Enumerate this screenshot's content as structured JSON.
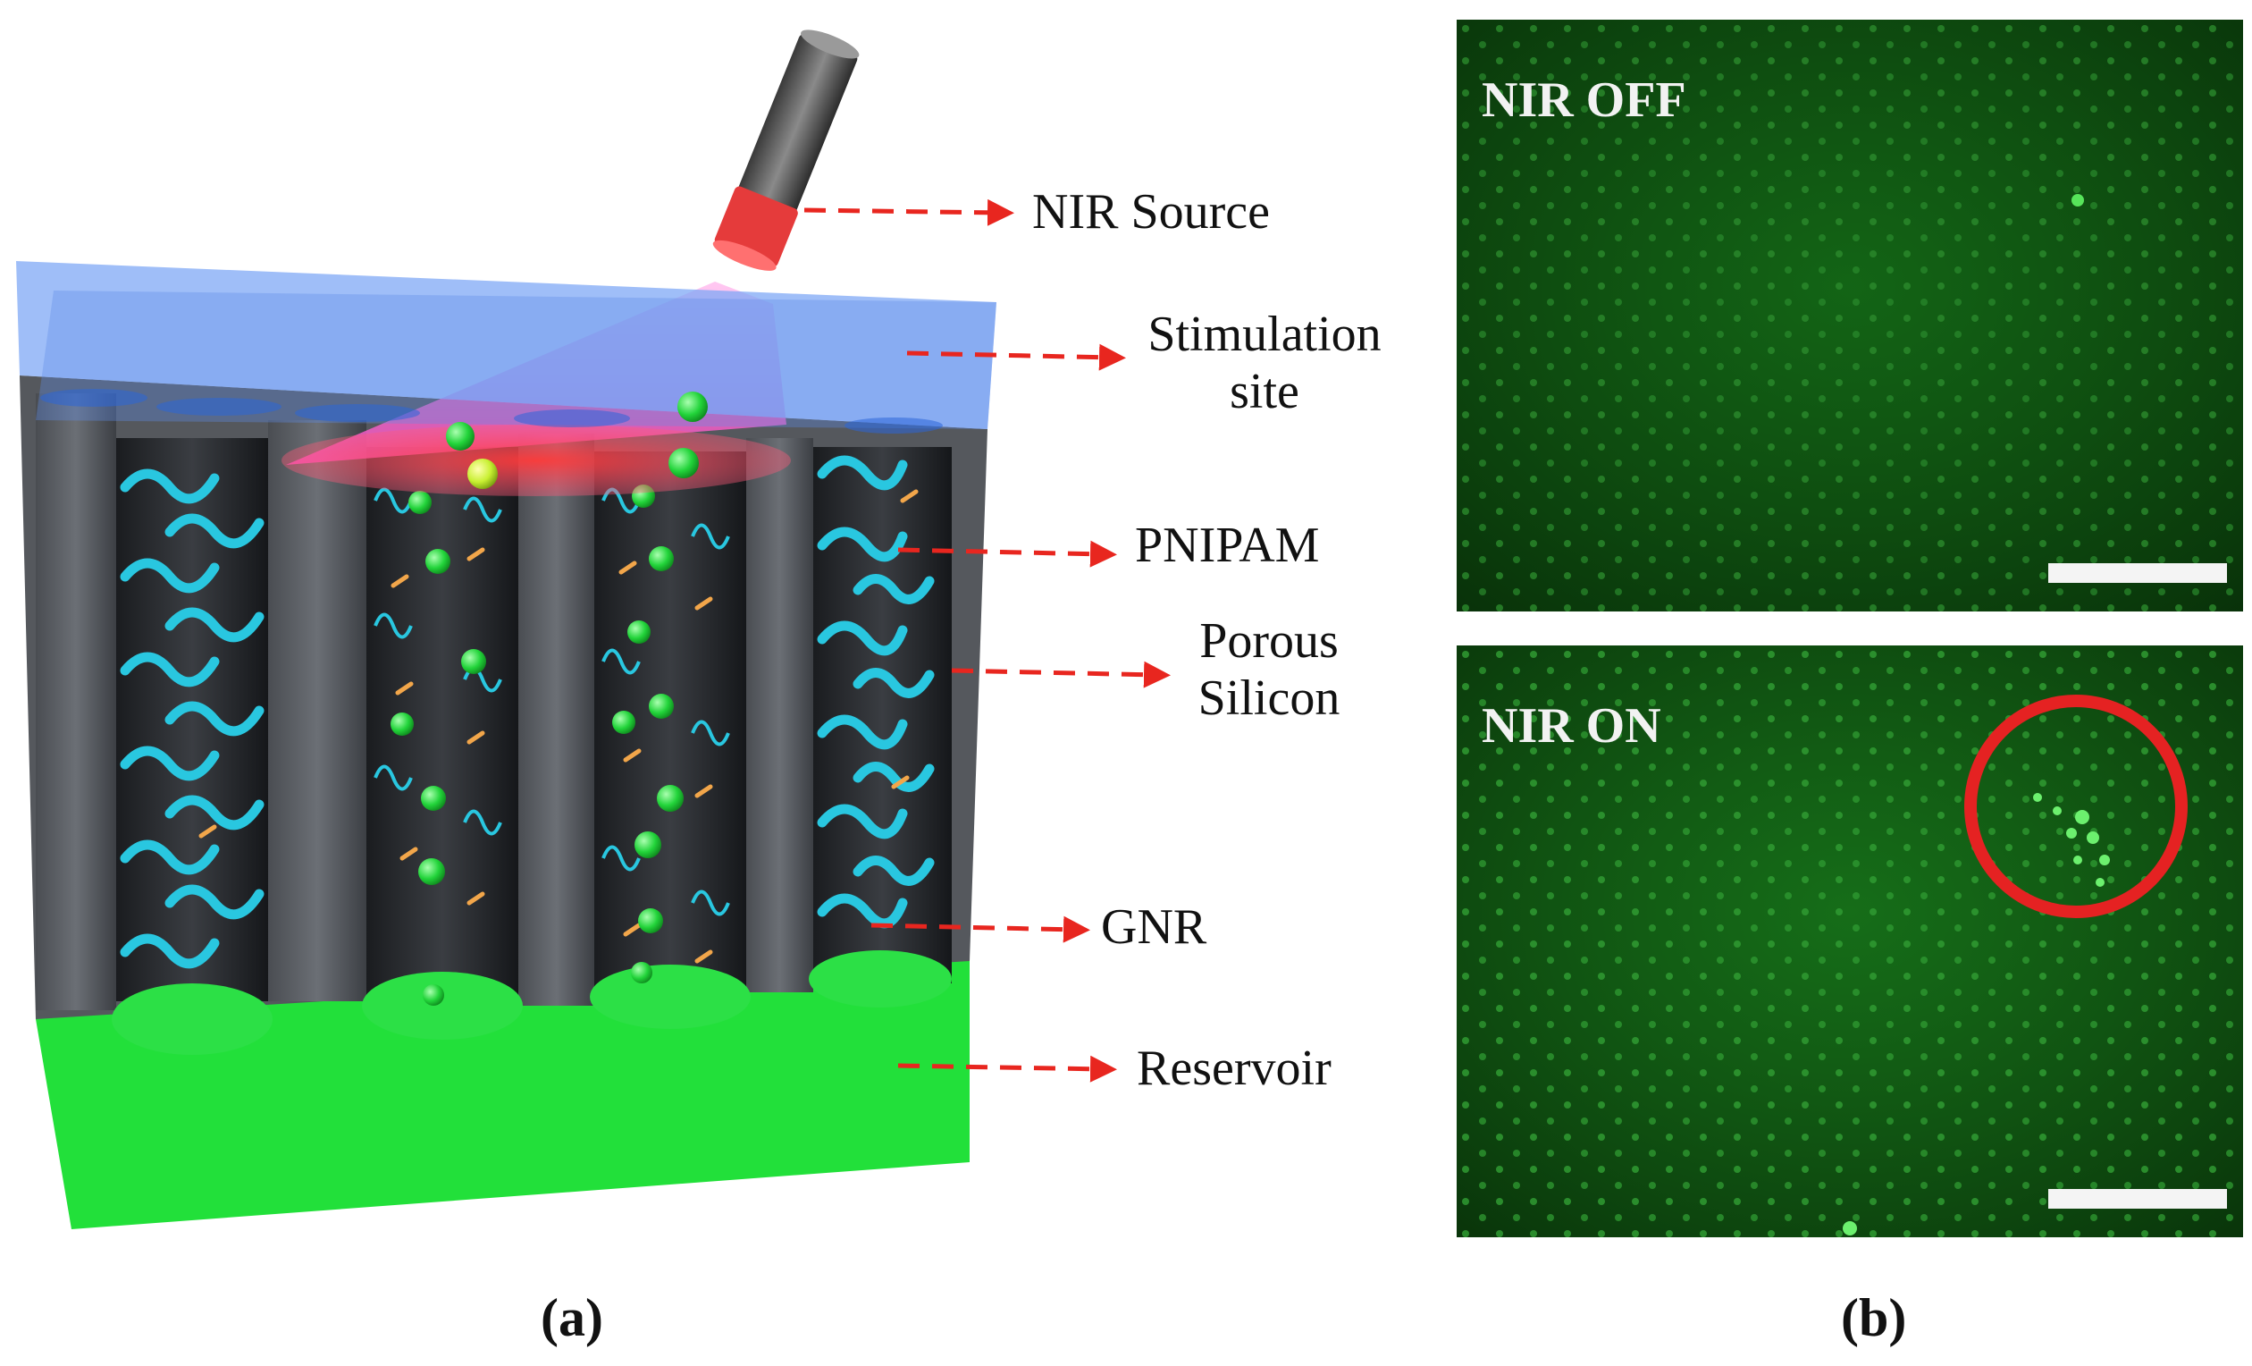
{
  "panel_a": {
    "letter": "(a)",
    "labels": {
      "nir_source": "NIR Source",
      "stimulation_line1": "Stimulation",
      "stimulation_line2": "site",
      "pnipam": "PNIPAM",
      "porous_line1": "Porous",
      "porous_line2": "Silicon",
      "gnr": "GNR",
      "reservoir": "Reservoir"
    }
  },
  "panel_b": {
    "letter": "(b)",
    "top_image_title": "NIR OFF",
    "bottom_image_title": "NIR ON"
  },
  "colors": {
    "arrow": "#e8261f",
    "reservoir": "#22e03a",
    "stimulation_layer": "#7fa8f5",
    "beam": "#ff6fd6",
    "pnipam": "#29c7e0",
    "highlight_circle": "#e52222",
    "micrograph_bg": "#0e4a10"
  }
}
